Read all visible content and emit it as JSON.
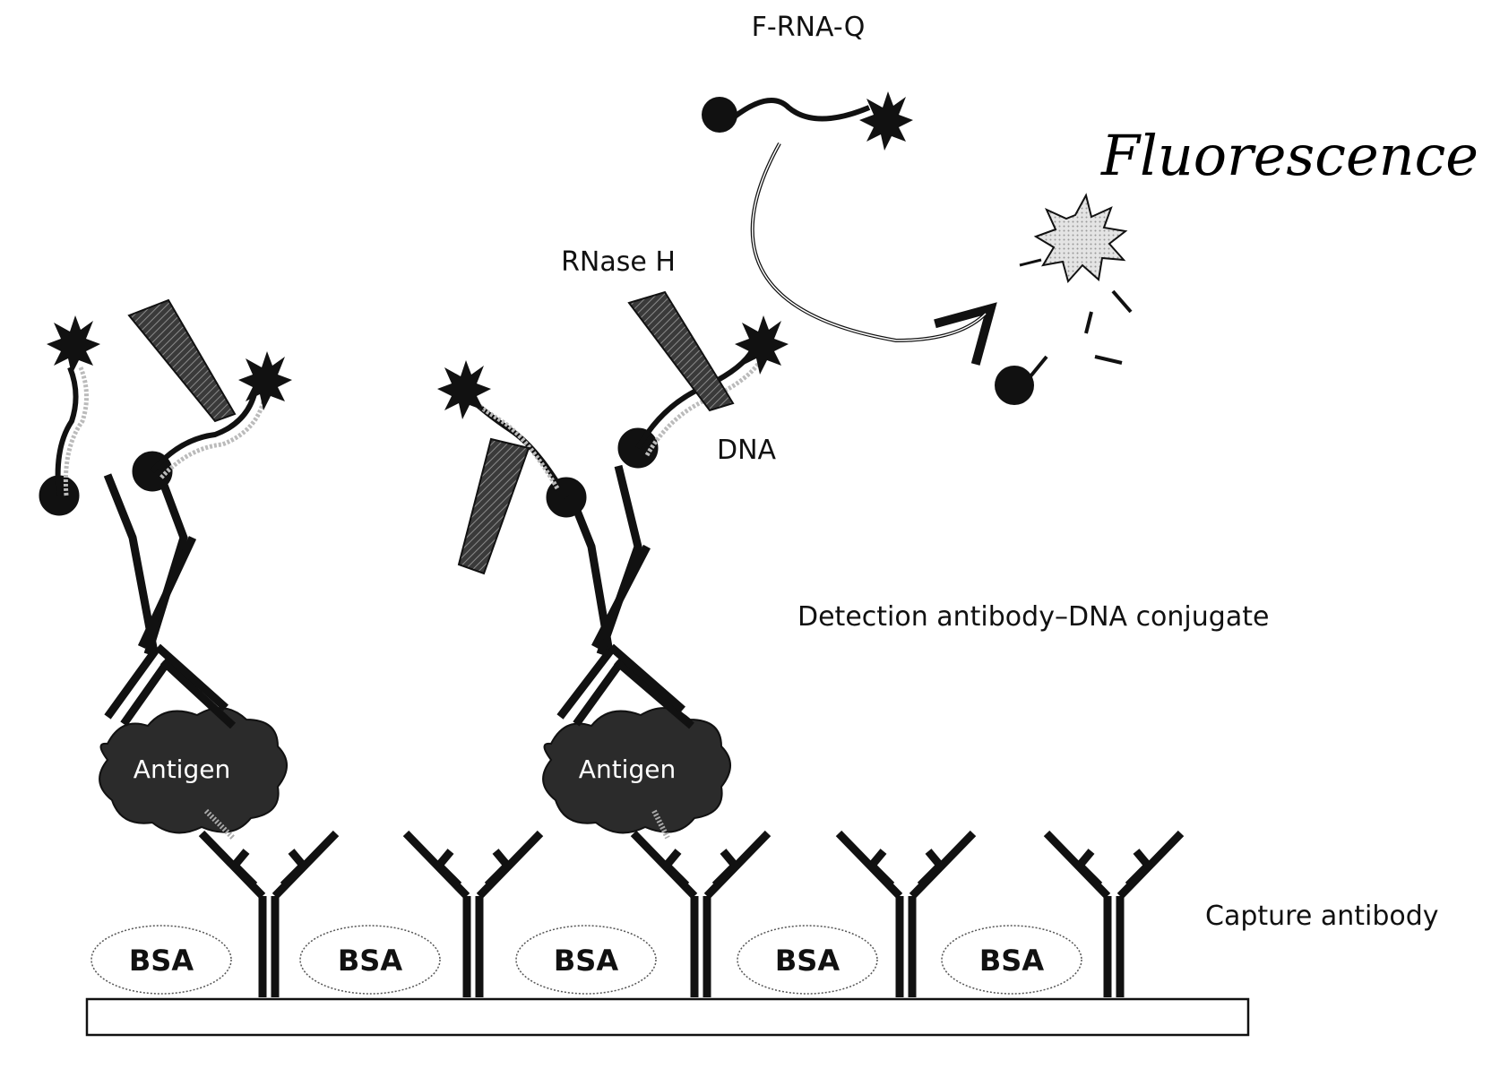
{
  "labels": {
    "probe": "F-RNA-Q",
    "fluorescence": "Fluorescence",
    "rnase": "RNase H",
    "dna": "DNA",
    "detection": "Detection antibody–DNA conjugate",
    "capture": "Capture antibody"
  },
  "antigen_label": "Antigen",
  "bsa_label": "BSA",
  "colors": {
    "ink": "#111111",
    "strand_light": "#bbbbbb",
    "hatch": "#555555",
    "burst_fill": "#d8d8d8"
  }
}
